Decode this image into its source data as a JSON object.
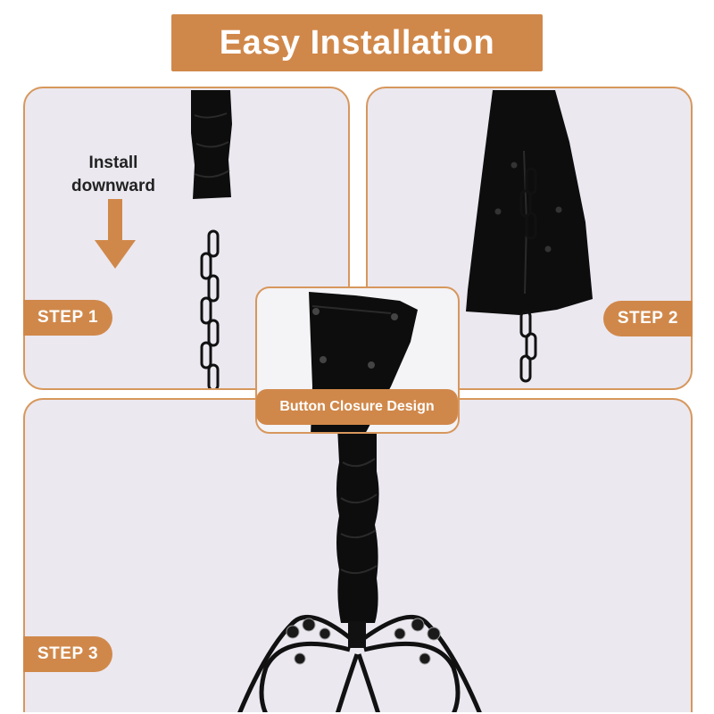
{
  "title": "Easy Installation",
  "steps": {
    "step1": "STEP 1",
    "step2": "STEP 2",
    "step3": "STEP 3"
  },
  "install_hint": {
    "line1": "Install",
    "line2": "downward"
  },
  "inset_label": "Button Closure Design",
  "colors": {
    "accent": "#d0884a",
    "panel_bg": "#ebe8f0",
    "border": "#d7975c",
    "cover": "#0d0d0d"
  },
  "icons": [
    "arrow-down-icon"
  ]
}
